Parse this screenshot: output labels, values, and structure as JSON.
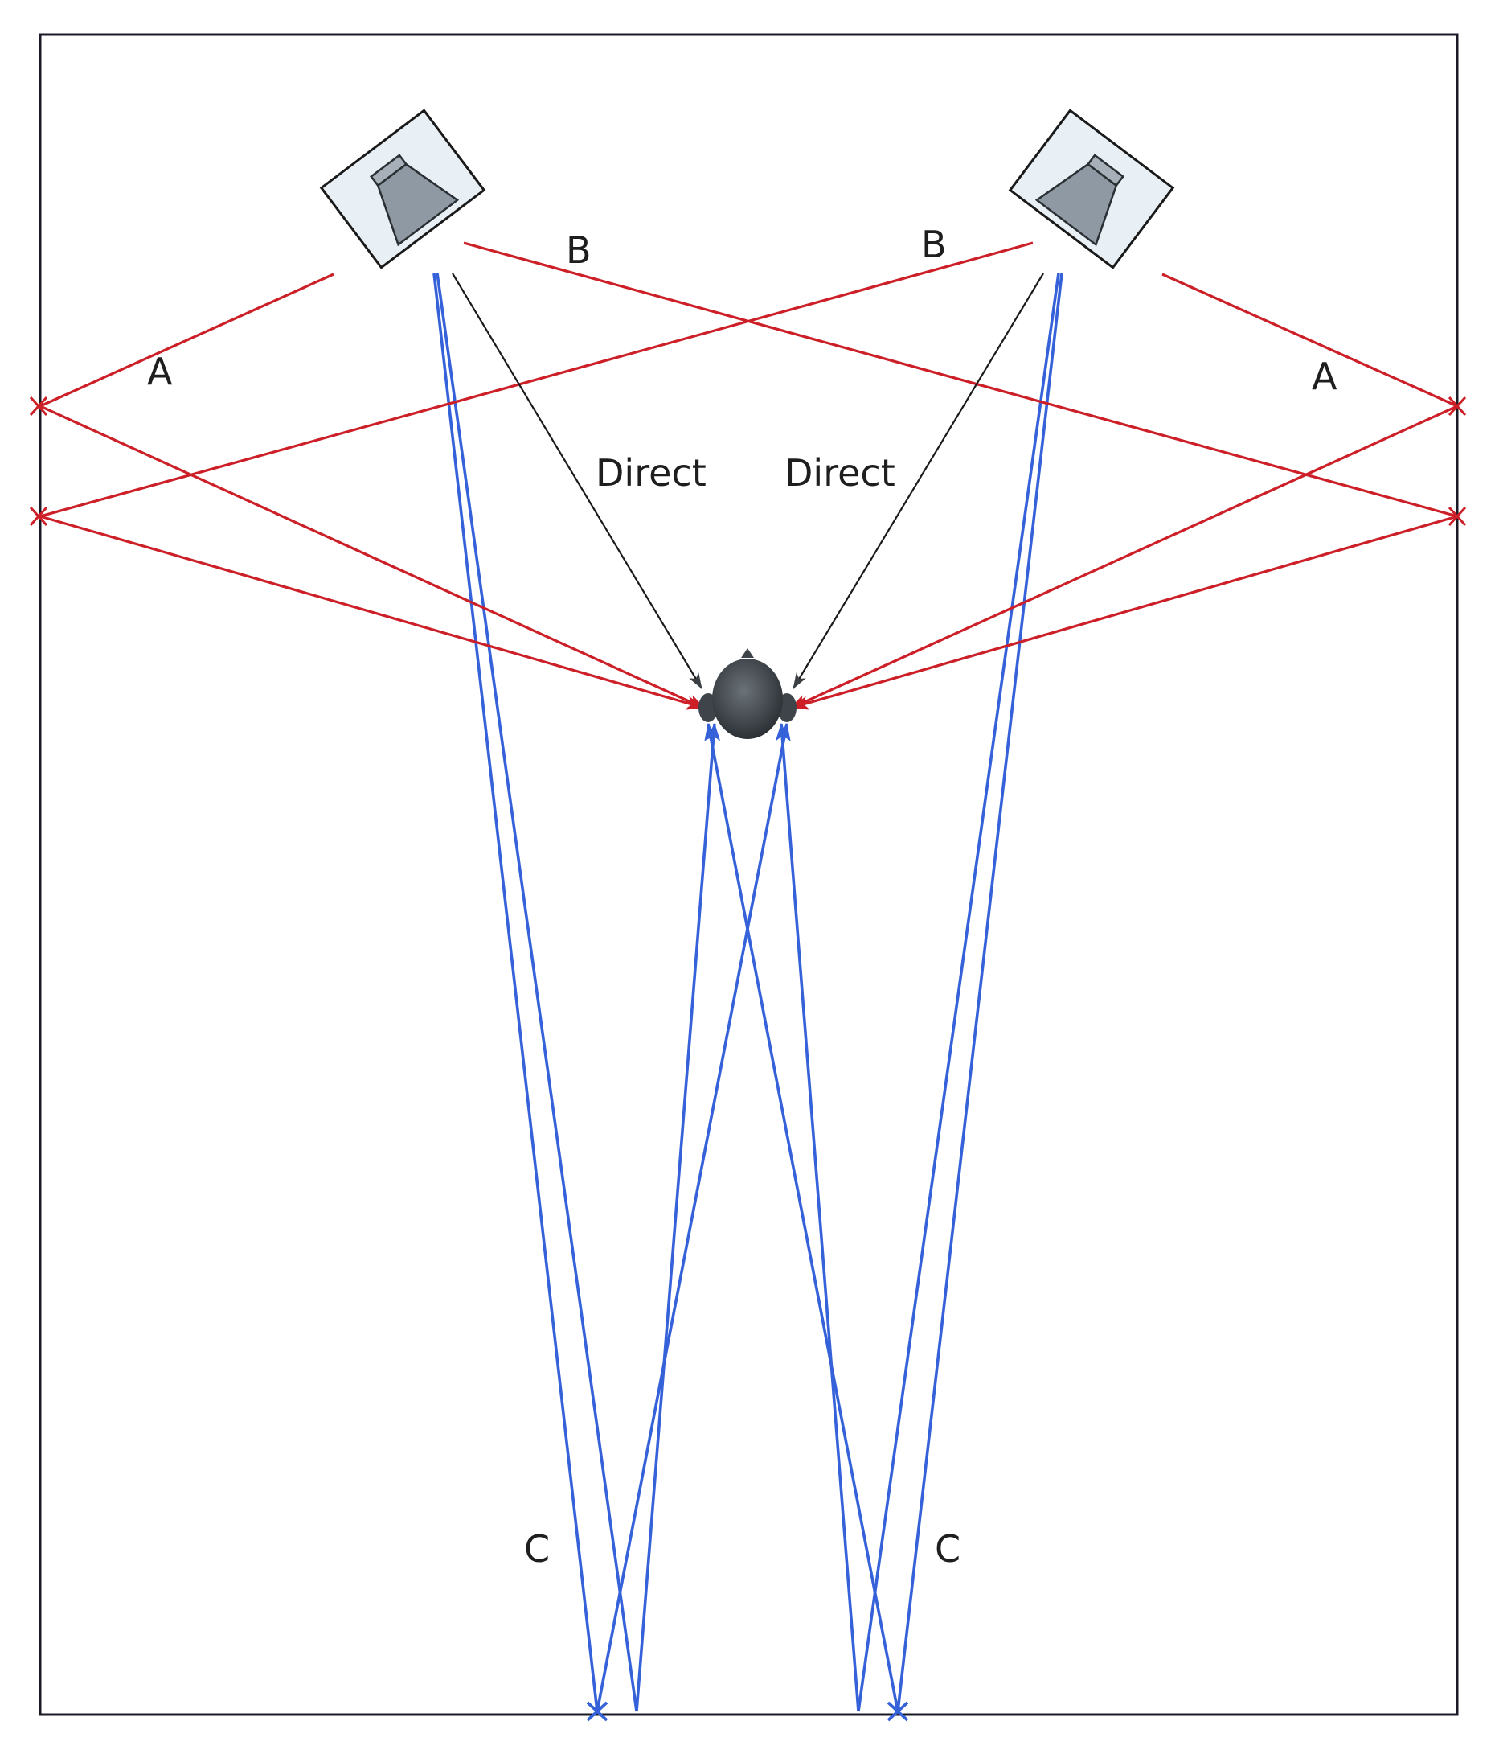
{
  "labels": {
    "reflection_a_left": "A",
    "reflection_a_right": "A",
    "reflection_b_left": "B",
    "reflection_b_right": "B",
    "reflection_c_left": "C",
    "reflection_c_right": "C",
    "direct_left": "Direct",
    "direct_right": "Direct"
  },
  "colors": {
    "side_wall_reflection": "#cc1f27",
    "rear_wall_reflection": "#3561d9",
    "direct_sound": "#1a1a1a",
    "speaker_face": "#e8f0f5",
    "speaker_cone": "#8f99a4",
    "listener_head": "#3e444a"
  },
  "icons": {
    "speakers": "speaker-icon",
    "listener": "listener-head-icon",
    "reflection_points": "x-mark-icon"
  }
}
